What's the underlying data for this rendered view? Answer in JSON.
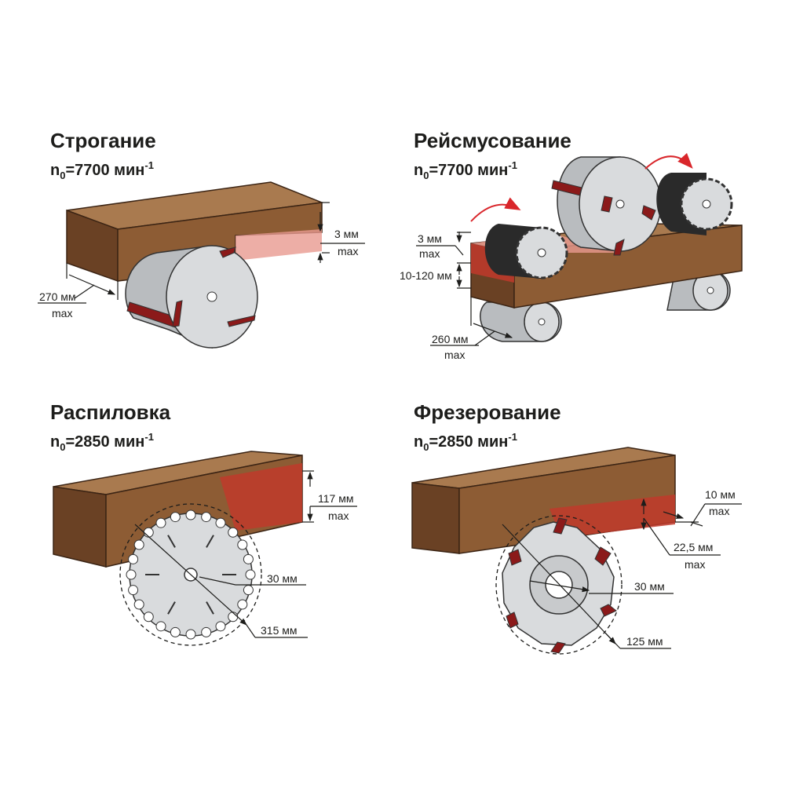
{
  "panels": [
    {
      "title": "Строгание",
      "n": "n",
      "n_sub": "0",
      "speed": "=7700 мин",
      "exp": "-1",
      "dims": {
        "depth": "3 мм",
        "depth_max": "max",
        "width": "270 мм",
        "width_max": "max"
      }
    },
    {
      "title": "Рейсмусование",
      "n": "n",
      "n_sub": "0",
      "speed": "=7700 мин",
      "exp": "-1",
      "dims": {
        "depth": "3 мм",
        "depth_max": "max",
        "thickness": "10-120 мм",
        "width": "260 мм",
        "width_max": "max"
      }
    },
    {
      "title": "Распиловка",
      "n": "n",
      "n_sub": "0",
      "speed": "=2850 мин",
      "exp": "-1",
      "dims": {
        "cut": "117 мм",
        "cut_max": "max",
        "bore": "30 мм",
        "diameter": "315 мм"
      }
    },
    {
      "title": "Фрезерование",
      "n": "n",
      "n_sub": "0",
      "speed": "=2850 мин",
      "exp": "-1",
      "dims": {
        "width": "10 мм",
        "width_max": "max",
        "depth": "22,5 мм",
        "depth_max": "max",
        "bore": "30 мм",
        "diameter": "125 мм"
      }
    }
  ]
}
